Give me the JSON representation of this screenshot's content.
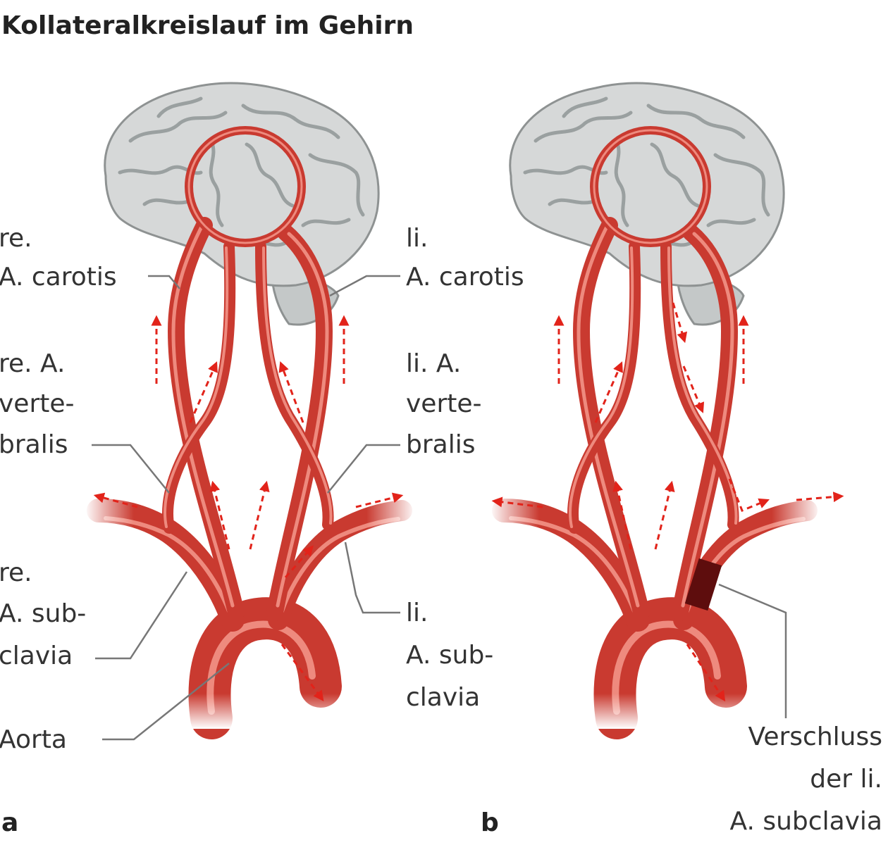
{
  "title": "Kollateralkreislauf im Gehirn",
  "panels": {
    "a": "a",
    "b": "b"
  },
  "labels": {
    "re_carotis": [
      "re.",
      "A. carotis"
    ],
    "li_carotis": [
      "li.",
      "A. carotis"
    ],
    "re_vertebralis": [
      "re. A.",
      "verte-",
      "bralis"
    ],
    "li_vertebralis": [
      "li. A.",
      "verte-",
      "bralis"
    ],
    "re_subclavia": [
      "re.",
      "A. sub-",
      "clavia"
    ],
    "li_subclavia": [
      "li.",
      "A. sub-",
      "clavia"
    ],
    "aorta": [
      "Aorta"
    ],
    "verschluss": [
      "Verschluss",
      "der li.",
      "A. subclavia"
    ]
  },
  "colors": {
    "artery": "#c93a30",
    "artery_highlight": "#ee8a7e",
    "flow_arrow": "#e2231a",
    "occlusion": "#5e0d0d",
    "brain": "#d6d8d8",
    "leader_line": "#777777"
  }
}
